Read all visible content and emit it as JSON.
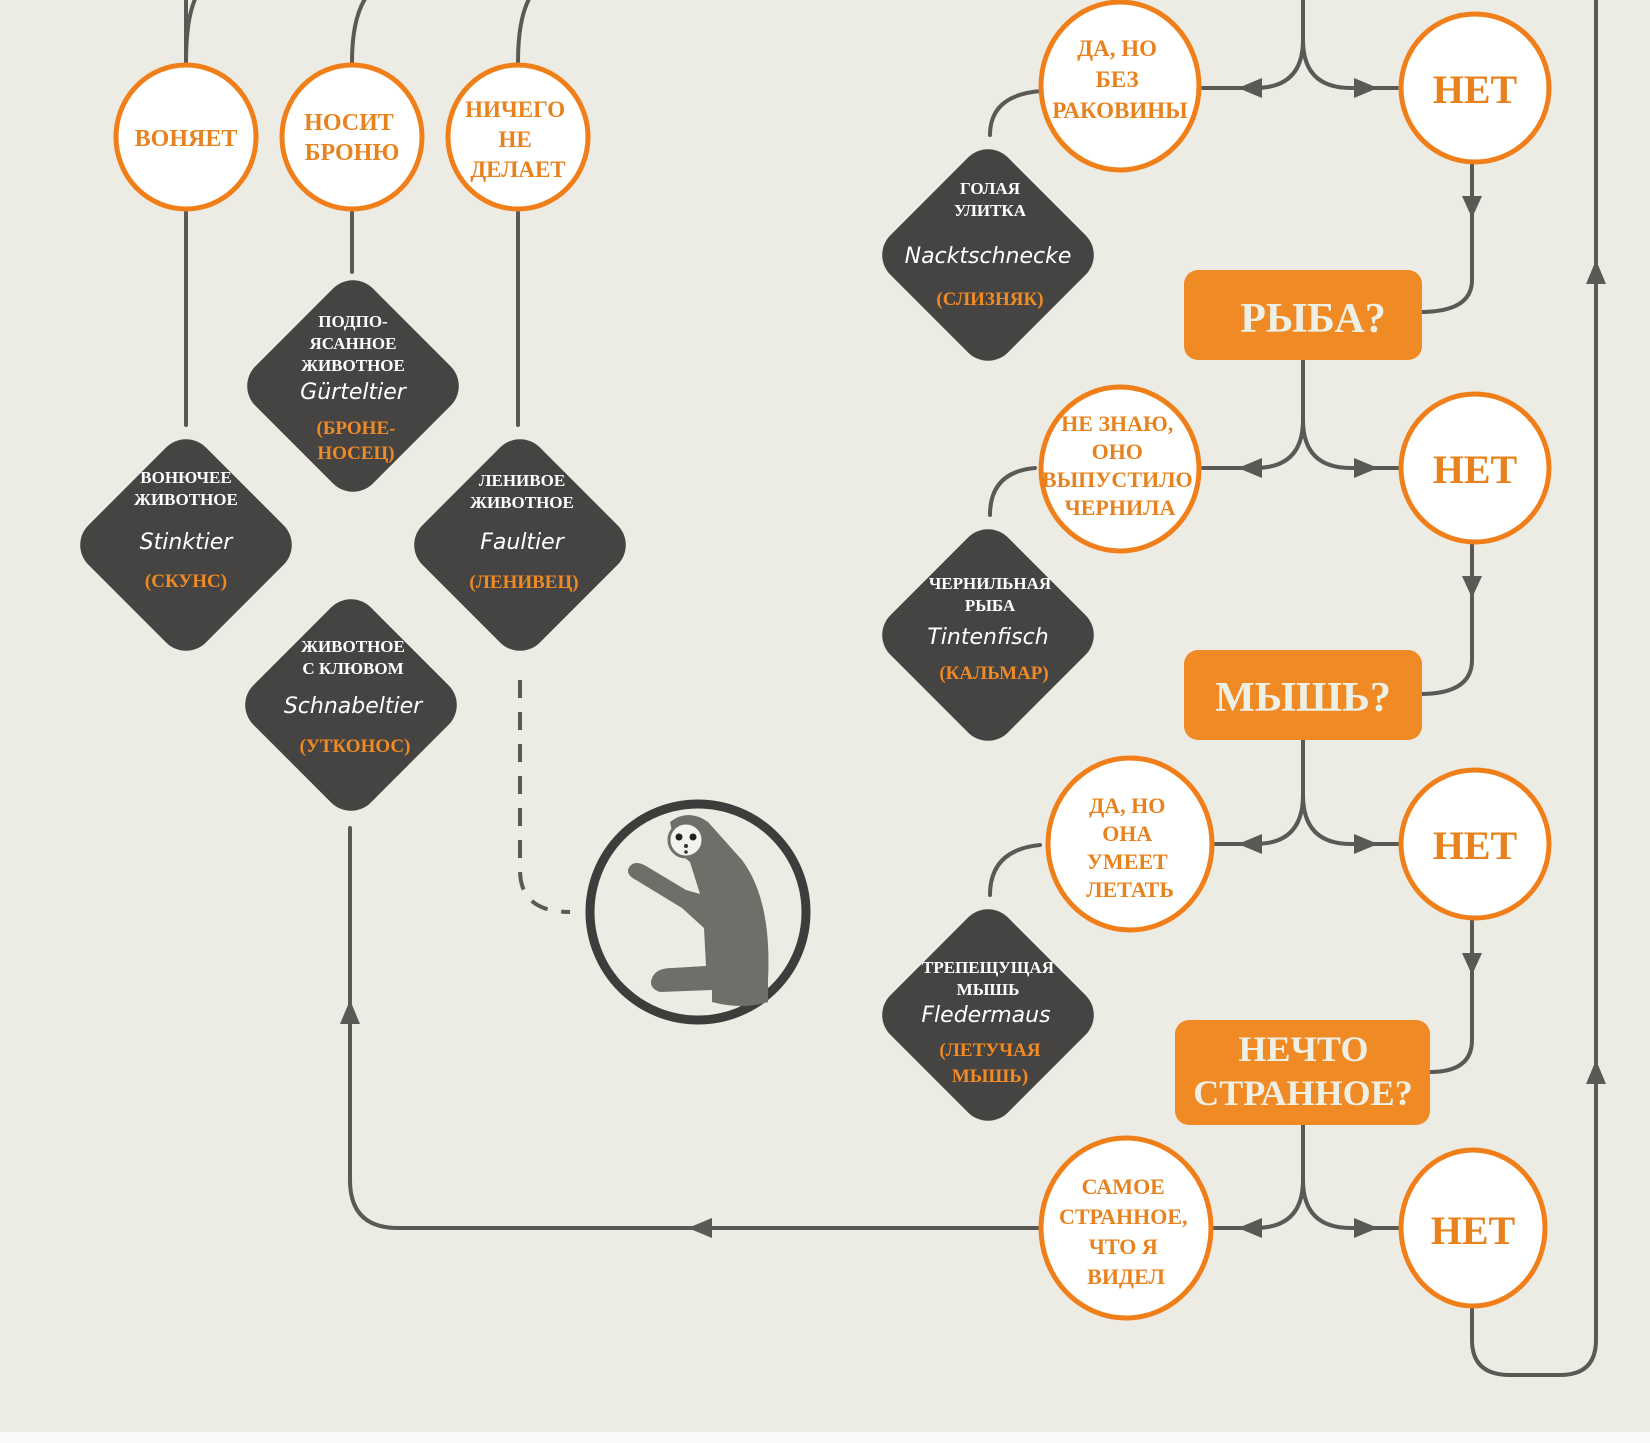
{
  "colors": {
    "background": "#ecebe4",
    "accent": "#f08a24",
    "connector": "#5a5955",
    "diamond": "#464442"
  },
  "top_answers": [
    {
      "lines": [
        "ВОНЯЕТ"
      ]
    },
    {
      "lines": [
        "НОСИТ",
        "БРОНЮ"
      ]
    },
    {
      "lines": [
        "НИЧЕГО",
        "НЕ",
        "ДЕЛАЕТ"
      ]
    }
  ],
  "left_animals": [
    {
      "name_ru": [
        "ВОНЮЧЕЕ",
        "ЖИВОТНОЕ"
      ],
      "name_de": "Stinktier",
      "answer": [
        "(СКУНС)"
      ]
    },
    {
      "name_ru": [
        "ПОДПО-",
        "ЯСАННОЕ",
        "ЖИВОТНОЕ"
      ],
      "name_de": "Gürteltier",
      "answer": [
        "(БРОНЕ-",
        "НОСЕЦ)"
      ]
    },
    {
      "name_ru": [
        "ЛЕНИВОЕ",
        "ЖИВОТНОЕ"
      ],
      "name_de": "Faultier",
      "answer": [
        "(ЛЕНИВЕЦ)"
      ]
    },
    {
      "name_ru": [
        "ЖИВОТНОЕ",
        "С КЛЮВОМ"
      ],
      "name_de": "Schnabeltier",
      "answer": [
        "(УТКОНОС)"
      ]
    }
  ],
  "sloth_icon": "sloth-icon",
  "questions": [
    {
      "lines": [
        "РЫБА?"
      ]
    },
    {
      "lines": [
        "МЫШЬ?"
      ]
    },
    {
      "lines": [
        "НЕЧТО",
        "СТРАННОЕ?"
      ]
    }
  ],
  "yes_answers": [
    {
      "lines": [
        "ДА, НО",
        "БЕЗ",
        "РАКОВИНЫ"
      ]
    },
    {
      "lines": [
        "НЕ ЗНАЮ,",
        "ОНО",
        "ВЫПУСТИЛО",
        "ЧЕРНИЛА"
      ]
    },
    {
      "lines": [
        "ДА, НО",
        "ОНА",
        "УМЕЕТ",
        "ЛЕТАТЬ"
      ]
    },
    {
      "lines": [
        "САМОЕ",
        "СТРАННОЕ,",
        "ЧТО Я",
        "ВИДЕЛ"
      ]
    }
  ],
  "no_answers": [
    {
      "label": "НЕТ"
    },
    {
      "label": "НЕТ"
    },
    {
      "label": "НЕТ"
    },
    {
      "label": "НЕТ"
    }
  ],
  "right_animals": [
    {
      "name_ru": [
        "ГОЛАЯ",
        "УЛИТКА"
      ],
      "name_de": "Nacktschnecke",
      "answer": [
        "(СЛИЗНЯК)"
      ]
    },
    {
      "name_ru": [
        "ЧЕРНИЛЬНАЯ",
        "РЫБА"
      ],
      "name_de": "Tintenfisch",
      "answer": [
        "(КАЛЬМАР)"
      ]
    },
    {
      "name_ru": [
        "ТРЕПЕЩУЩАЯ",
        "МЫШЬ"
      ],
      "name_de": "Fledermaus",
      "answer": [
        "(ЛЕТУЧАЯ",
        "МЫШЬ)"
      ]
    }
  ]
}
